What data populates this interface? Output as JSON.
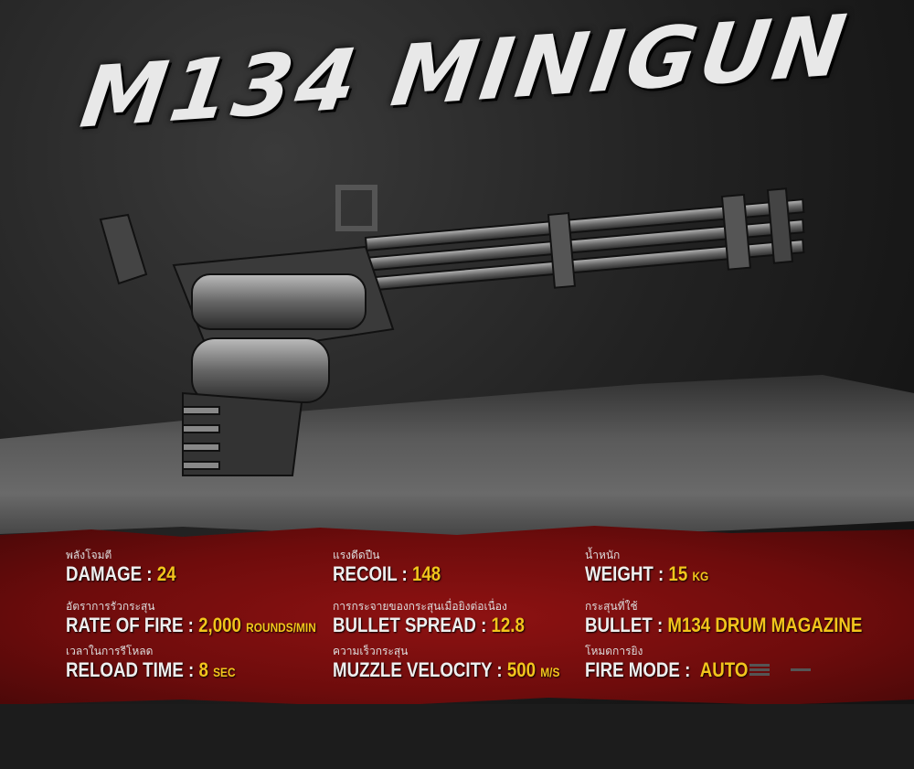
{
  "title": "M134 MINIGUN",
  "stats": [
    {
      "th": "พลังโจมตี",
      "label": "DAMAGE :",
      "value": "24",
      "unit": ""
    },
    {
      "th": "อัตราการรัวกระสุน",
      "label": "RATE OF FIRE :",
      "value": "2,000",
      "unit": "ROUNDS/MIN"
    },
    {
      "th": "เวลาในการรีโหลด",
      "label": "RELOAD TIME :",
      "value": "8",
      "unit": "SEC"
    },
    {
      "th": "แรงดีดปืน",
      "label": "RECOIL :",
      "value": "148",
      "unit": ""
    },
    {
      "th": "การกระจายของกระสุนเมื่อยิงต่อเนื่อง",
      "label": "BULLET SPREAD :",
      "value": "12.8",
      "unit": ""
    },
    {
      "th": "ความเร็วกระสุน",
      "label": "MUZZLE VELOCITY :",
      "value": "500",
      "unit": "M/S"
    },
    {
      "th": "น้ำหนัก",
      "label": "WEIGHT :",
      "value": "15",
      "unit": "KG"
    },
    {
      "th": "กระสุนที่ใช้",
      "label": "BULLET :",
      "value": "M134 DRUM MAGAZINE",
      "unit": ""
    },
    {
      "th": "โหมดการยิง",
      "label": "FIRE MODE :",
      "value": "AUTO",
      "unit": ""
    }
  ],
  "colors": {
    "accent": "#f2c51c",
    "band": "#7a0e0e"
  }
}
